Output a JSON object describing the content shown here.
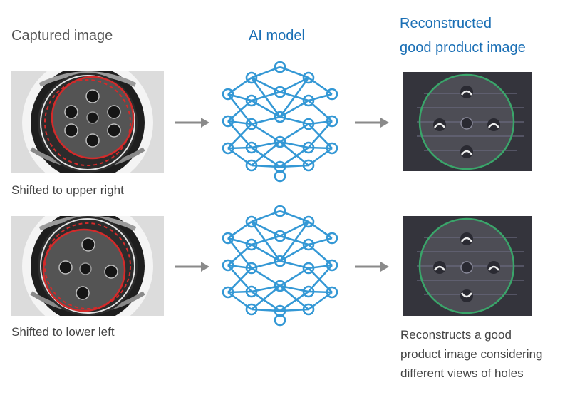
{
  "headers": {
    "captured": "Captured image",
    "model": "AI model",
    "reconstructed_line1": "Reconstructed",
    "reconstructed_line2": "good product image"
  },
  "captions": {
    "row1": "Shifted to upper right",
    "row2": "Shifted to lower left"
  },
  "note": {
    "line1": "Reconstructs a good",
    "line2": "product image considering",
    "line3": "different views of holes"
  },
  "colors": {
    "accent_blue": "#1a6fb5",
    "network_blue": "#2a93d3",
    "arrow_gray": "#8a8a8a",
    "region_outline_red": "#d42a2a",
    "reconstruction_outline_green": "#3aa56a"
  },
  "icons": {
    "network": "neural-network-icon",
    "arrow": "arrow-right-icon"
  }
}
